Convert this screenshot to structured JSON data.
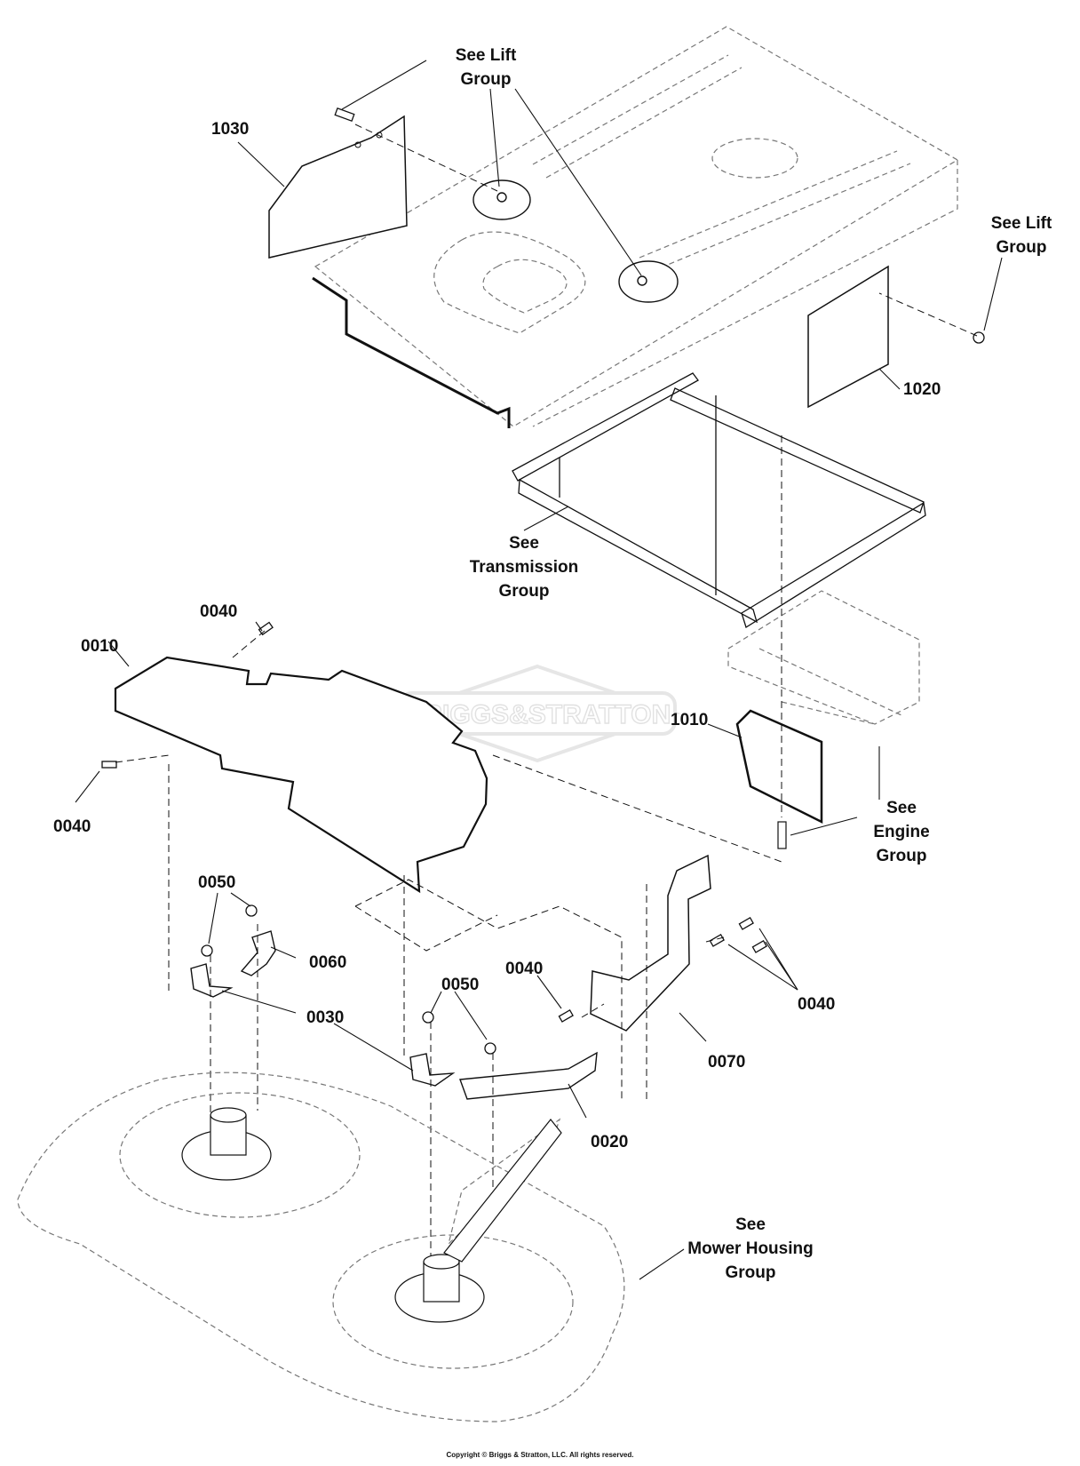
{
  "watermark": "BRIGGS&STRATTON",
  "references": {
    "lift_top": [
      "See Lift",
      "Group"
    ],
    "lift_right": [
      "See Lift",
      "Group"
    ],
    "transmission": [
      "See",
      "Transmission",
      "Group"
    ],
    "engine": [
      "See",
      "Engine",
      "Group"
    ],
    "mower_housing": [
      "See",
      "Mower Housing",
      "Group"
    ]
  },
  "parts": {
    "p1030": "1030",
    "p1020": "1020",
    "p1010": "1010",
    "p0010": "0010",
    "p0040_top": "0040",
    "p0040_left": "0040",
    "p0050_left": "0050",
    "p0060": "0060",
    "p0030": "0030",
    "p0050_mid": "0050",
    "p0040_mid": "0040",
    "p0020": "0020",
    "p0070": "0070",
    "p0040_right": "0040"
  },
  "copyright": "Copyright © Briggs & Stratton, LLC. All rights reserved."
}
